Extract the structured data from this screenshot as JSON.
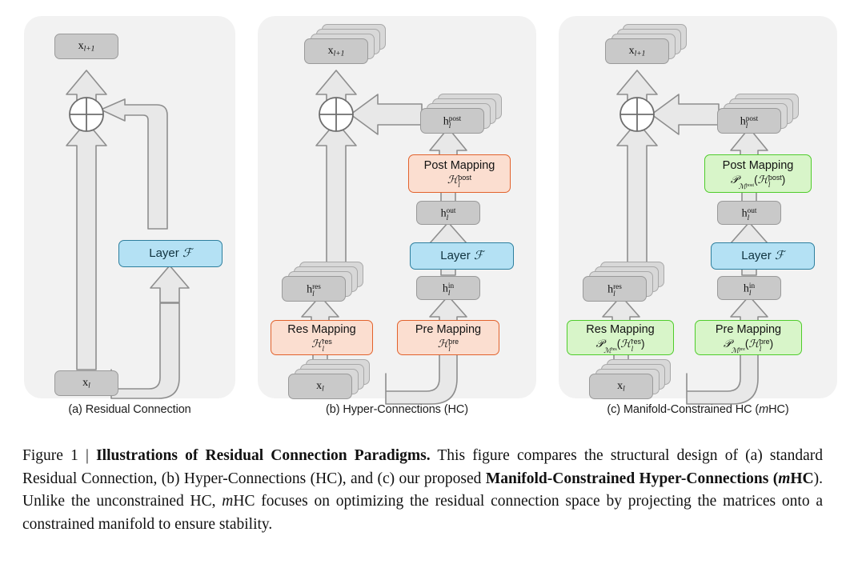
{
  "figure": {
    "panels": [
      {
        "id": "a",
        "caption": "(a) Residual Connection",
        "nodes": {
          "x_next": "x_{l+1}",
          "x_in": "x_l",
          "layer": "Layer F"
        }
      },
      {
        "id": "b",
        "caption": "(b) Hyper-Connections (HC)",
        "nodes": {
          "x_next": "x_{l+1}",
          "x_in": "x_l",
          "layer": "Layer F",
          "h_res": "h_l^res",
          "h_in": "h_l^in",
          "h_out": "h_l^out",
          "h_post": "h_l^post",
          "res_mapping_title": "Res Mapping",
          "res_mapping_formula": "H_l^res",
          "pre_mapping_title": "Pre Mapping",
          "pre_mapping_formula": "H_l^pre",
          "post_mapping_title": "Post Mapping",
          "post_mapping_formula": "H_l^post"
        }
      },
      {
        "id": "c",
        "caption": "(c) Manifold-Constrained HC (mHC)",
        "nodes": {
          "x_next": "x_{l+1}",
          "x_in": "x_l",
          "layer": "Layer F",
          "h_res": "h_l^res",
          "h_in": "h_l^in",
          "h_out": "h_l^out",
          "h_post": "h_l^post",
          "res_mapping_title": "Res Mapping",
          "res_mapping_formula": "P_{M^res}(H_l^res)",
          "pre_mapping_title": "Pre Mapping",
          "pre_mapping_formula": "P_{M^pre}(H_l^pre)",
          "post_mapping_title": "Post Mapping",
          "post_mapping_formula": "P_{M^post}(H_l^post)"
        }
      }
    ],
    "operator_symbol": "plus-circle"
  },
  "colors": {
    "panel_background": "#f2f2f2",
    "node_gray_fill": "#c9c9c9",
    "node_gray_border": "#9a9a9a",
    "layer_blue_fill": "#b4e1f4",
    "layer_blue_border": "#2d7f9e",
    "mapping_orange_fill": "#fbded0",
    "mapping_orange_border": "#e2622c",
    "mapping_green_fill": "#d8f5c9",
    "mapping_green_border": "#4fcc2b",
    "arrow_fill": "#e8e8e8",
    "arrow_border": "#8e8e8e"
  },
  "caption": {
    "label": "Figure 1 |",
    "title": "Illustrations of Residual Connection Paradigms.",
    "body_1": " This figure compares the structural design of (a) standard Residual Connection, (b) Hyper-Connections (HC), and (c) our proposed ",
    "bold_2": "Manifold-Constrained Hyper-Connections",
    "body_2a": " (",
    "italic_m1": "m",
    "body_2b": "HC",
    "body_3": "). Unlike the unconstrained HC, ",
    "italic_m2": "m",
    "body_4": "HC focuses on optimizing the residual connection space by projecting the matrices onto a constrained manifold to ensure stability."
  }
}
